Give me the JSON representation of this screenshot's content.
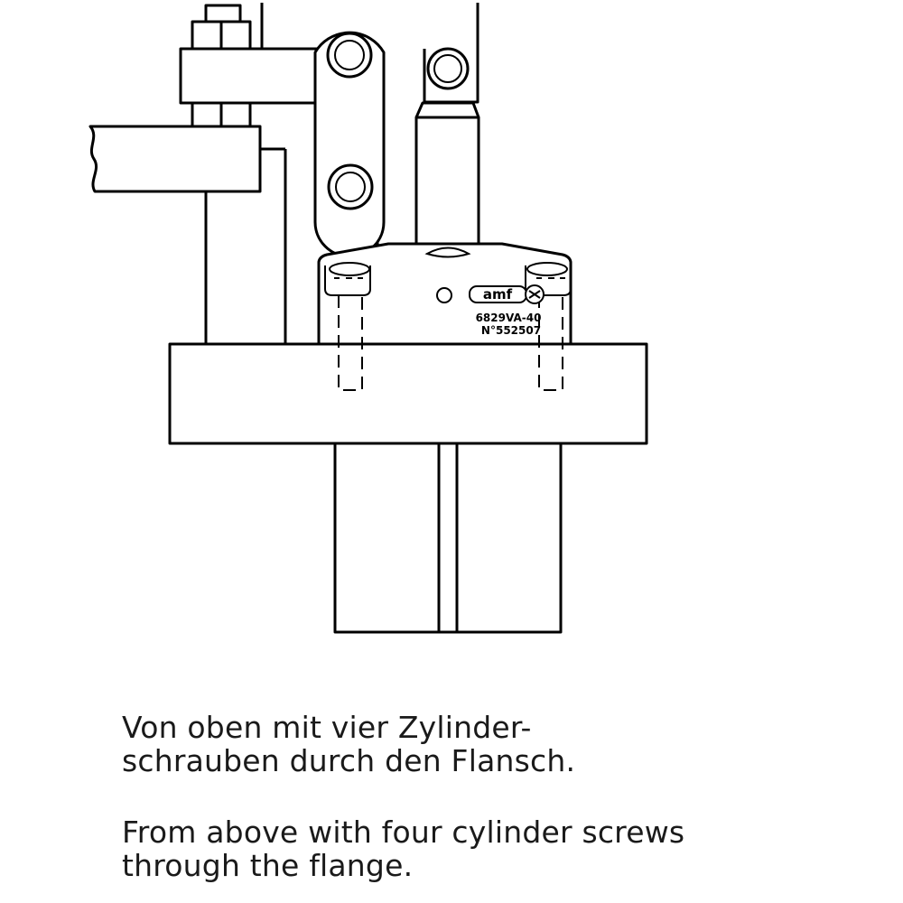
{
  "diagram": {
    "marking": {
      "brand": "amf",
      "model": "6829VA-40",
      "serial": "N°552507"
    }
  },
  "caption": {
    "german_line1": "Von oben mit vier Zylinder-",
    "german_line2": "schrauben durch den Flansch.",
    "english_line1": "From above with four cylinder screws",
    "english_line2": "through the flange."
  }
}
